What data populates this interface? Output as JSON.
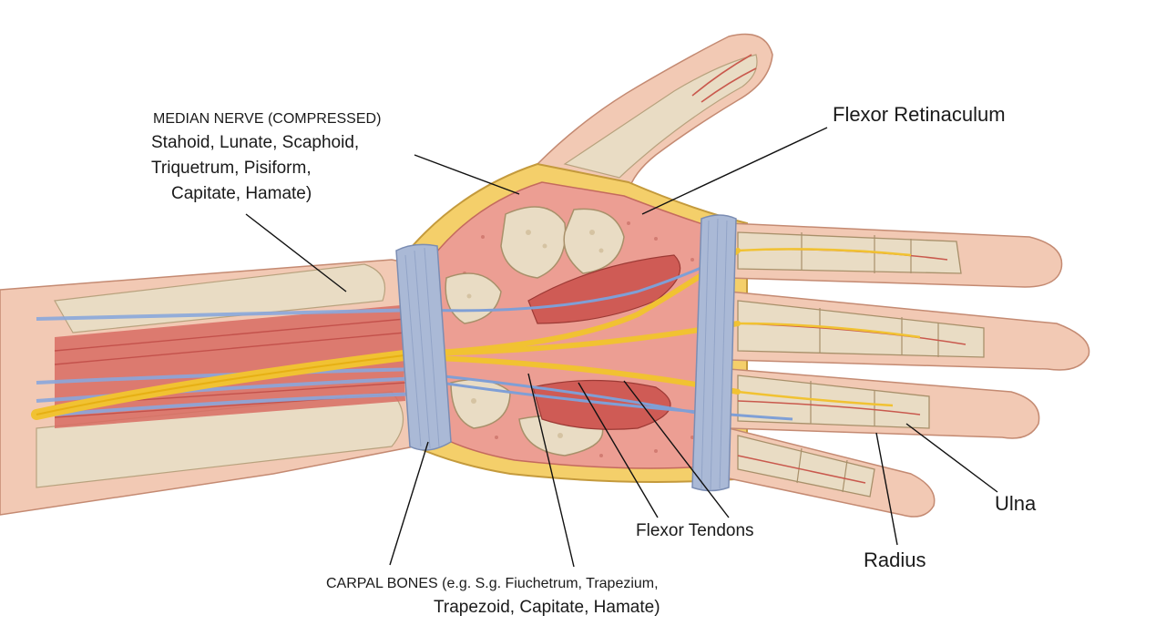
{
  "labels": {
    "median_nerve_title": "MEDIAN NERVE (COMPRESSED)",
    "median_nerve_line1": "Stahoid, Lunate, Scaphoid,",
    "median_nerve_line2": "Triquetrum, Pisiform,",
    "median_nerve_line3": "Capitate, Hamate)",
    "flexor_retinaculum": "Flexor Retinaculum",
    "flexor_tendons": "Flexor Tendons",
    "ulna": "Ulna",
    "radius": "Radius",
    "carpal_bones_line1": "CARPAL BONES  (e.g. S.g. Fiuchetrum, Trapezium,",
    "carpal_bones_line2": "Trapezoid, Capitate, Hamate)"
  },
  "colors": {
    "skin": "#f2c9b4",
    "skin_shade": "#e6a98f",
    "bone": "#e9dcc4",
    "bone_shade": "#cdbb9c",
    "tissue": "#ec9e93",
    "muscle": "#cf5b55",
    "retinaculum": "#aab9d6",
    "nerve": "#f1c232",
    "vessel_blue": "#7f9fd6",
    "fat_yellow": "#f4cf6a",
    "outline": "#7a5040"
  }
}
